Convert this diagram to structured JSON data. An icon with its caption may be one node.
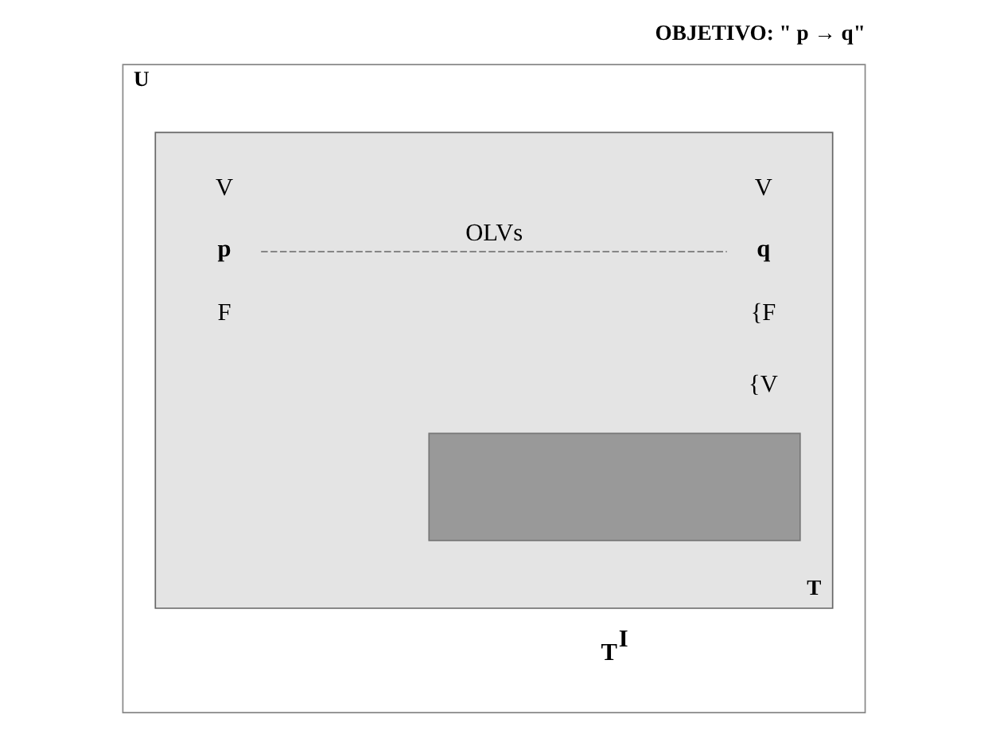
{
  "diagram": {
    "title": "OBJETIVO: \" p → q\"",
    "nodes": [
      {
        "text": [
          "U"
        ]
      },
      {
        "text": [
          "T"
        ],
        "in": 0
      },
      {
        "text": [],
        "shape": "box",
        "in": 1
      },
      {
        "text": [
          "p"
        ],
        "in": 1
      },
      {
        "text": [
          "q"
        ],
        "in": 1
      }
    ],
    "edges": [
      {
        "from": 3,
        "to": 4,
        "arrow": "none",
        "style": "dashed",
        "label": "OLVs"
      }
    ],
    "labels": [
      "V",
      "V",
      "F",
      "{F",
      "{V",
      "T$^{I}$"
    ]
  }
}
